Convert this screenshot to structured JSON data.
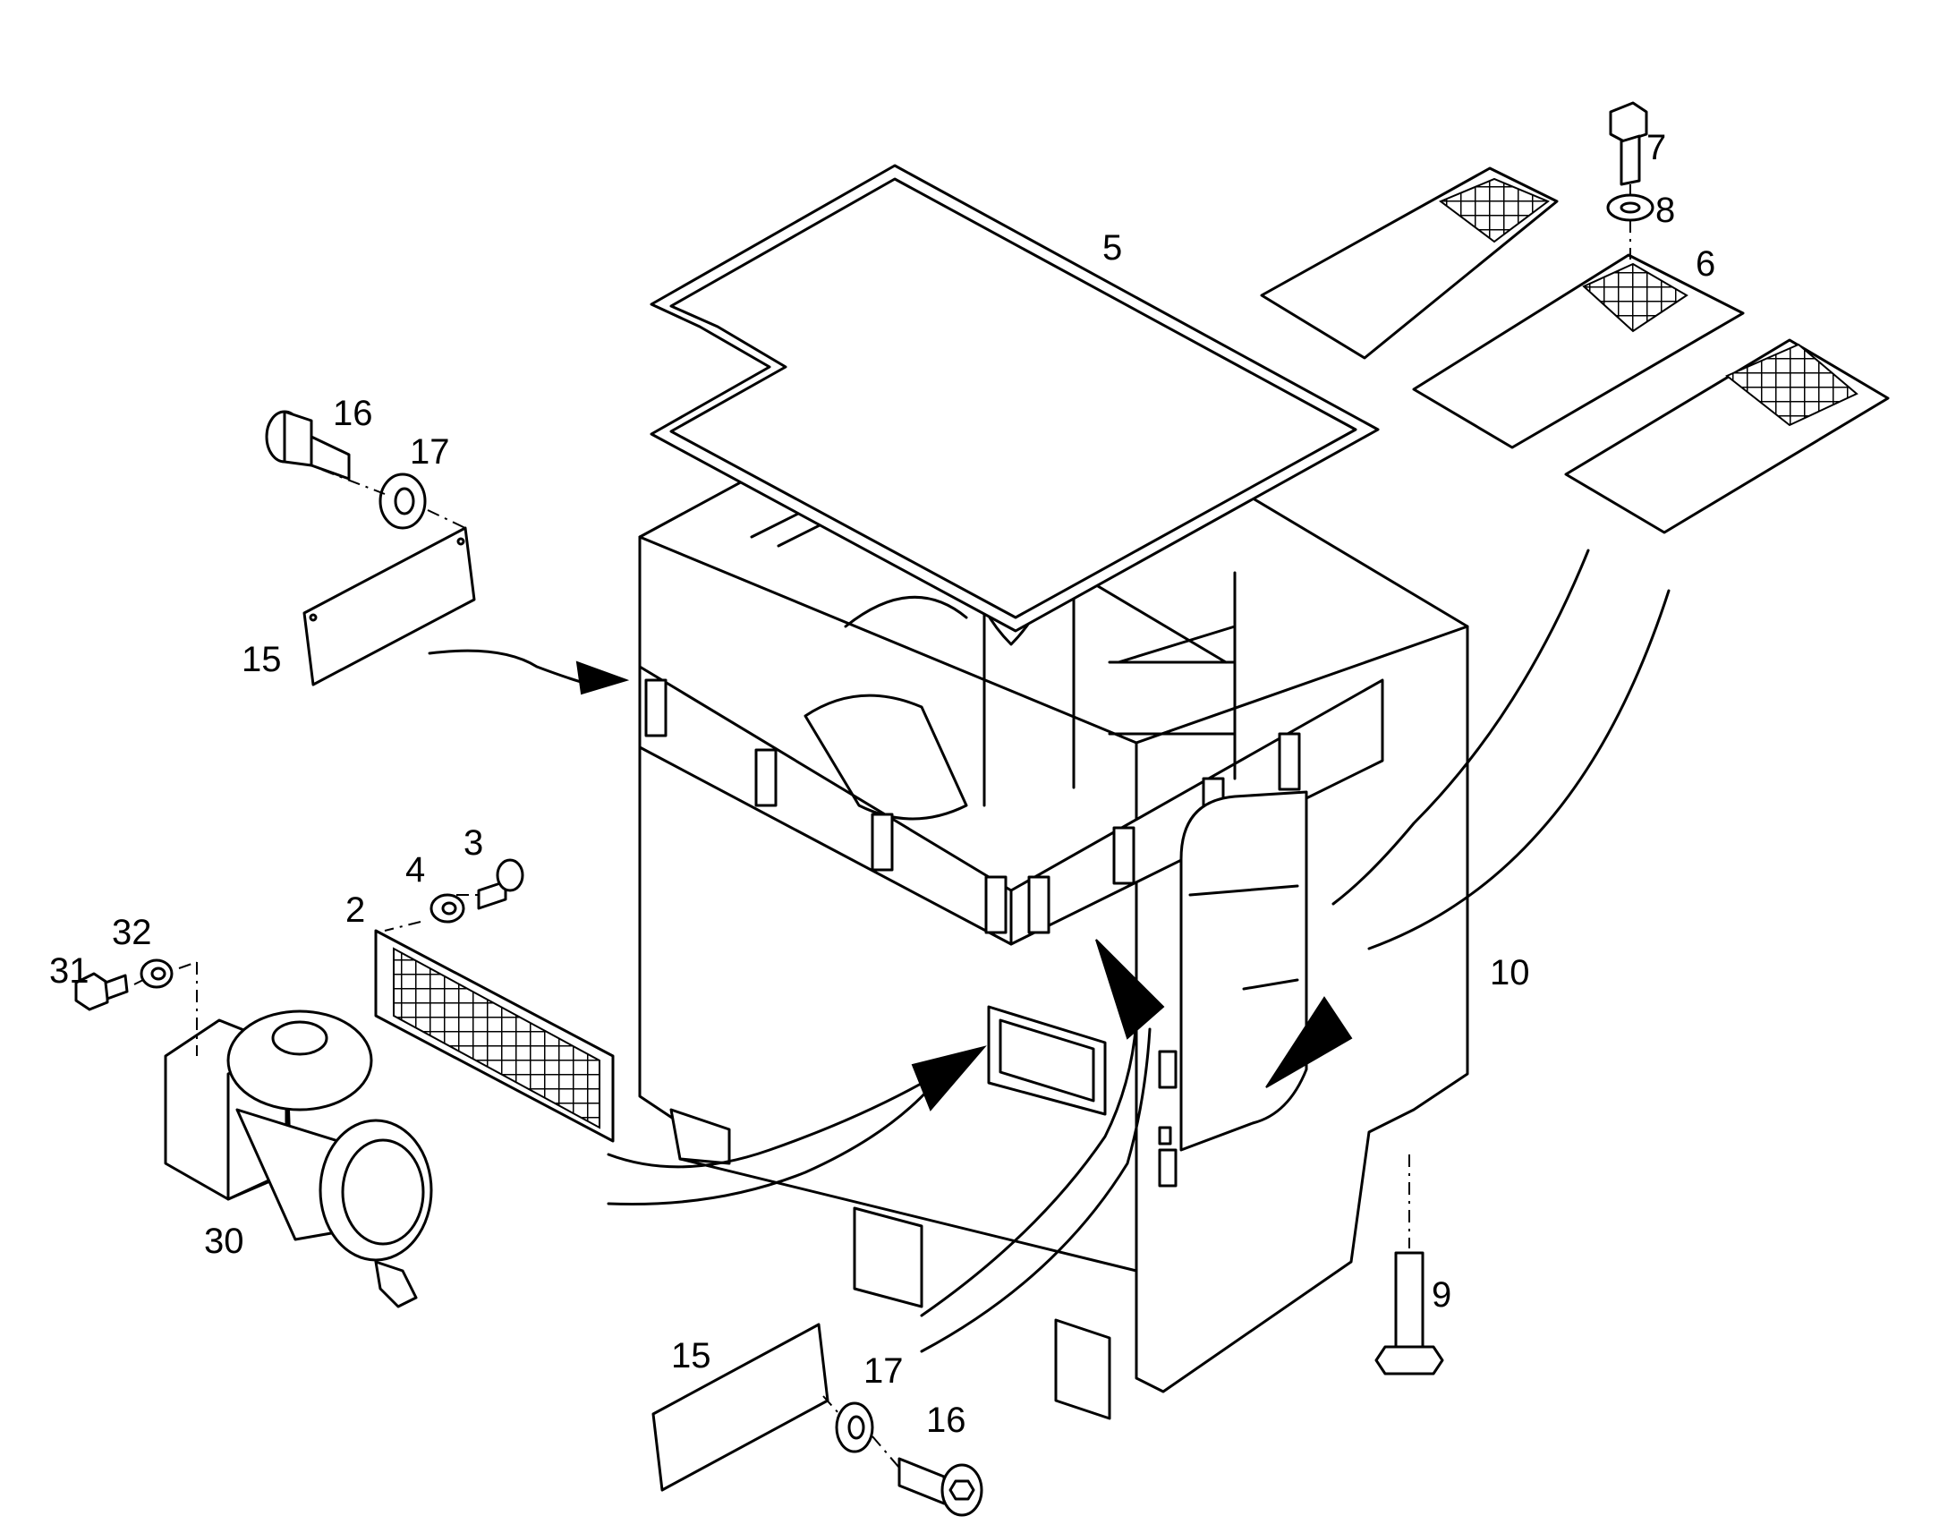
{
  "callouts": {
    "c2": "2",
    "c3": "3",
    "c4": "4",
    "c5": "5",
    "c6": "6",
    "c7": "7",
    "c8": "8",
    "c9": "9",
    "c10": "10",
    "c15a": "15",
    "c15b": "15",
    "c16a": "16",
    "c16b": "16",
    "c17a": "17",
    "c17b": "17",
    "c30": "30",
    "c31": "31",
    "c32": "32"
  }
}
